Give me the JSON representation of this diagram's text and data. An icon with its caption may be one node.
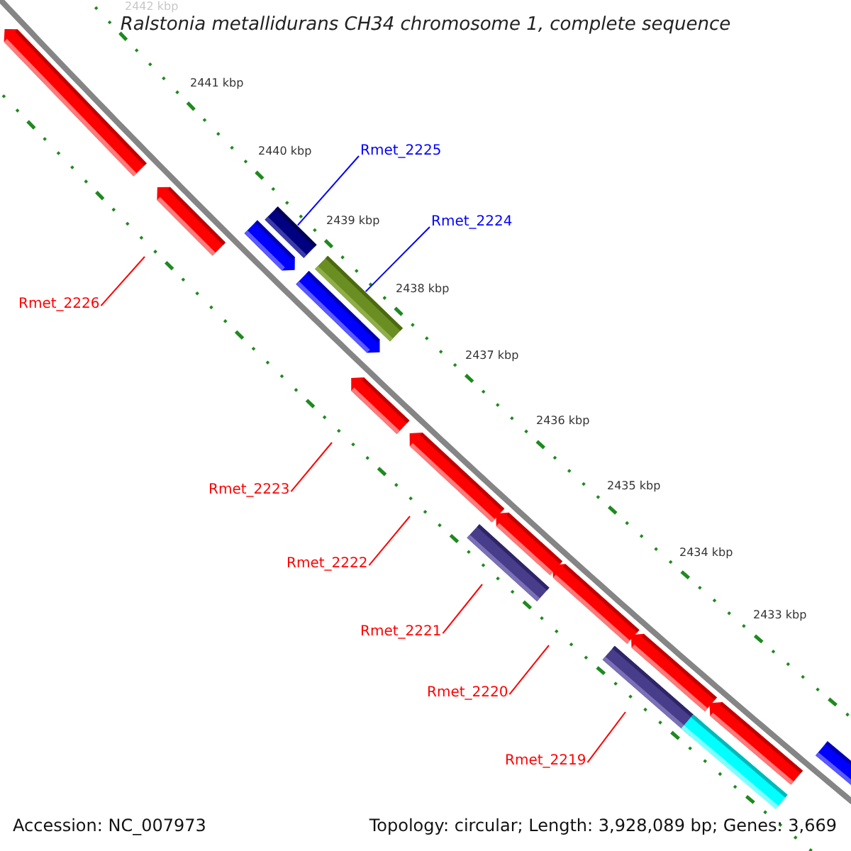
{
  "diagram": {
    "title": "Ralstonia metallidurans CH34 chromosome 1, complete sequence",
    "nodes": [
      {
        "text": [
          "Rmet_2225"
        ]
      },
      {
        "text": [
          "Rmet_2224"
        ]
      },
      {
        "text": [
          "Rmet_2226"
        ]
      },
      {
        "text": [
          "Rmet_2223"
        ]
      },
      {
        "text": [
          "Rmet_2222"
        ]
      },
      {
        "text": [
          "Rmet_2221"
        ]
      },
      {
        "text": [
          "Rmet_2220"
        ]
      },
      {
        "text": [
          "Rmet_2219"
        ]
      },
      {
        "text": [],
        "shape": "bar"
      },
      {
        "text": [],
        "shape": "bar"
      }
    ],
    "edges": [
      {
        "from": 0,
        "to": 8,
        "arrow": "none",
        "color": "#0000ff"
      },
      {
        "from": 1,
        "to": 9,
        "arrow": "none",
        "color": "#0000ff"
      },
      {
        "from": 2,
        "to": null,
        "arrow": "none"
      },
      {
        "from": 3,
        "to": null,
        "arrow": "none"
      },
      {
        "from": 4,
        "to": null,
        "arrow": "none"
      },
      {
        "from": 5,
        "to": null,
        "arrow": "none"
      },
      {
        "from": 6,
        "to": null,
        "arrow": "none"
      },
      {
        "from": 7,
        "to": null,
        "arrow": "none"
      }
    ],
    "labels": [
      "2442 kbp",
      "2441 kbp",
      "2440 kbp",
      "2439 kbp",
      "2438 kbp",
      "2437 kbp",
      "2436 kbp",
      "2435 kbp",
      "2434 kbp",
      "2433 kbp",
      "Accession: NC_007973",
      "Topology: circular; Length: 3,928,089 bp; Genes: 3,669"
    ]
  }
}
